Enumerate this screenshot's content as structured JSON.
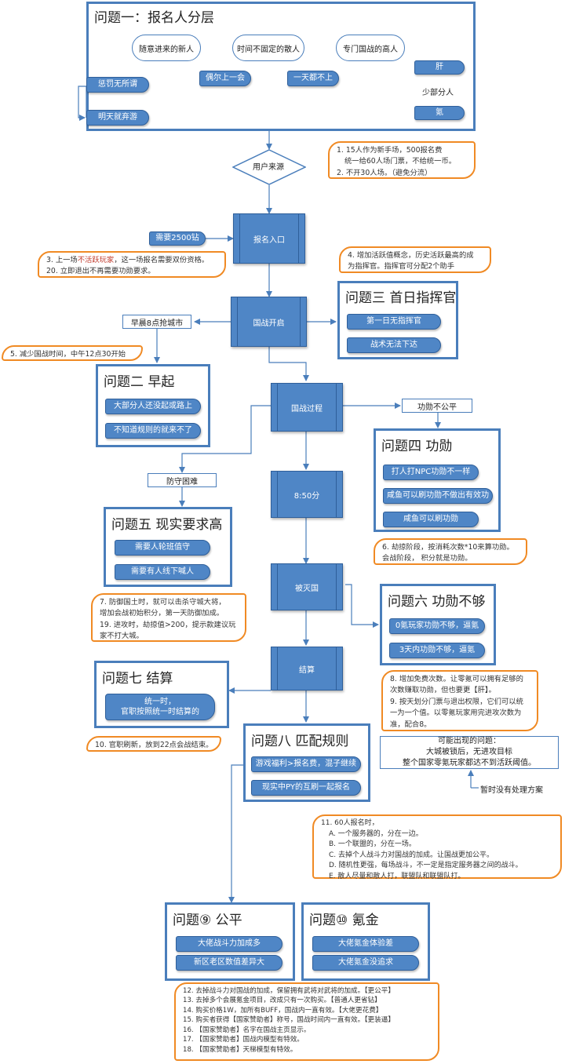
{
  "problem1": {
    "title": "问题一：报名人分层",
    "oval_new": "随意进来的新人",
    "oval_casual": "时间不固定的散人",
    "oval_expert": "专门国战的高人",
    "punish": "惩罚无所谓",
    "quit": "明天就弃游",
    "sometimes": "偶尔上一会",
    "never": "一天都不上",
    "grind": "肝",
    "few": "少部分人",
    "krypton": "氪"
  },
  "note1": [
    "1. 15人作为新手场，500报名费",
    "统一给60人场门票，不给统一币。",
    "2. 不开30人场。（避免分流）"
  ],
  "user_source": "用户来源",
  "need_fee": "需要2500钻",
  "signup_entry": "报名入口",
  "note3": [
    "3. 上一场不活跃玩家，这一场报名需要双份资格。",
    "20. 立即退出不再需要功勋要求。"
  ],
  "note3_highlight": "不活跃玩家",
  "note4": [
    "4. 增加活跃值概念，历史活跃最高的成",
    "为指挥官。指挥官可分配2个助手"
  ],
  "early_grab": "早晨8点抢城市",
  "war_start": "国战开启",
  "problem3": {
    "title": "问题三 首日指挥官",
    "item1": "第一日无指挥官",
    "item2": "战术无法下达"
  },
  "note5": [
    "5. 减少国战时间，中午12点30开始"
  ],
  "problem2": {
    "title": "问题二 早起",
    "item1": "大部分人还没起或路上",
    "item2": "不知道规则的就来不了"
  },
  "war_process": "国战过程",
  "merit_unfair": "功勋不公平",
  "problem4": {
    "title": "问题四 功勋",
    "item1": "打人打NPC功勋不一样",
    "item2": "咸鱼可以刷功勋不做出有效功",
    "item3": "咸鱼可以刷功勋"
  },
  "note6": [
    "6. 劫掠阶段，按消耗次数*10来算功勋。",
    "会战阶段， 积分就是功勋。"
  ],
  "defense_hard": "防守困难",
  "time_850": "8:50分",
  "problem5": {
    "title": "问题五 现实要求高",
    "item1": "需要人轮班值守",
    "item2": "需要有人线下喊人"
  },
  "note7": [
    "7. 防御国土时，就可以击杀守城大将，",
    "增加会战初始积分，第一天防御加成。",
    "19. 进攻时，劫掠值>200，提示款建议玩",
    "家不打大城。"
  ],
  "destroyed": "被灭国",
  "problem6": {
    "title": "问题六 功勋不够",
    "item1": "0氪玩家功勋不够，逼氪",
    "item2": "3天内功勋不够，逼氪"
  },
  "settle": "结算",
  "problem7": {
    "title": "问题七 结算",
    "item_line1": "统一时，",
    "item_line2": "官职按照统一时结算的"
  },
  "note8": [
    "8. 增加免费次数。让零氪可以拥有足够的",
    "次数赚取功勋，但也要更【肝】。",
    "9. 按天划分门票与退出权限，它们可以统",
    "一为一个值。以零氪玩家用完进攻次数为",
    "准，配合8。"
  ],
  "note10": [
    "10. 官职刷新，放到22点会战结束。"
  ],
  "problem8": {
    "title": "问题八 匹配规则",
    "item1": "游戏福利>报名费，混子继续",
    "item2": "现实中PY的互刷一起报名"
  },
  "possible": [
    "可能出现的问题：",
    "大城被锁后，无进攻目标",
    "整个国家零氪玩家都达不到活跃阈值。"
  ],
  "no_solution": "暂时没有处理方案",
  "note11": [
    "11. 60人报名时，",
    "A.  一个服务器的，分在一边。",
    "B.  一个联盟的，分在一场。",
    "C.  去掉个人战斗力对国战的加成。让国战更加公平。",
    "D.  随机性更强，每场战斗，不一定是指定服务器之间的战斗。",
    "E.  散人尽量和散人打，联盟队和联盟队打。"
  ],
  "problem9": {
    "title": "问题⑨ 公平",
    "item1": "大佬战斗力加成多",
    "item2": "新区老区数值差异大"
  },
  "problem10": {
    "title": "问题⑩ 氪金",
    "item1": "大佬氪金体验差",
    "item2": "大佬氪金没追求"
  },
  "note12": [
    "12. 去掉战斗力对国战的加成，保留拥有武将对武将的加成。【更公平】",
    "13. 去掉多个会展氪金项目，改成只有一次购买。【普通人更省钻】",
    "14. 购买价格1W，加所有BUFF，国战内一直有效。【大佬更花费】",
    "15. 购买者获得【国家赞助者】称号，国战时间内一直有效。【更装逼】",
    "16. 【国家赞助者】名字在国战主页显示。",
    "17. 【国家赞助者】国战内模型有特效。",
    "18. 【国家赞助者】天梯模型有特效。"
  ],
  "colors": {
    "frame": "#4a7ebb",
    "box_fill": "#4f86c6",
    "note_border": "#f08a24",
    "highlight": "#c0392b"
  }
}
